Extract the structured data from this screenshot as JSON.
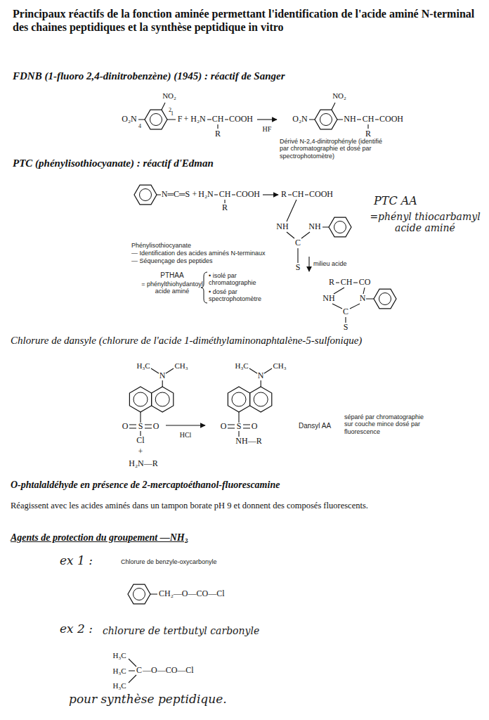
{
  "diagram": {
    "title": "Principaux réactifs de la fonction aminée permettant l'identification de l'acide aminé N-terminal des chaines peptidiques et la synthèse peptidique in vitro",
    "labels": [
      "FDNB (1-fluoro 2,4-dinitrobenzène) (1945) : réactif de Sanger",
      "NO₂",
      "2",
      "1",
      "4",
      "O₂N",
      "F",
      "+",
      "H₂N",
      "CH",
      "COOH",
      "R",
      "HF",
      "O₂N",
      "NO₂",
      "NH",
      "CH",
      "COOH",
      "R",
      "Dérivé N-2,4-dinitrophényle (identifié par chromatographie et dosé par spectrophotomètre)",
      "PTC (phénylisothiocyanate) : réactif d'Edman",
      "N═C═S",
      "+",
      "H₂N",
      "CH",
      "COOH",
      "R",
      "R",
      "CH",
      "COOH",
      "NH",
      "C",
      "NH",
      "S",
      "milieu acide",
      "PTC AA",
      "=phényl thiocarbamyl acide aminé",
      "Phénylisothiocyanate",
      "— Identification des acides aminés N-terminaux",
      "— Séquençage des peptides",
      "PTHAA",
      "= phénylthiohydantoyl acide aminé",
      "• isolé par chromatographie",
      "• dosé par spectrophotomètre",
      "R",
      "CH",
      "CO",
      "NH",
      "N",
      "C",
      "S",
      "Chlorure de dansyle (chlorure de l'acide 1-diméthylaminonaphtalène-5-sulfonique)",
      "H₃C",
      "CH₃",
      "N",
      "O",
      "S",
      "O",
      "Cl",
      "+",
      "H₂N—R",
      "HCl",
      "H₃C",
      "CH₃",
      "N",
      "O",
      "S",
      "O",
      "NH—R",
      "Dansyl AA",
      "séparé par chromatographie sur couche mince dosé par fluorescence",
      "O-phtalaldéhyde en présence de 2-mercaptoéthanol-fluorescamine",
      "Réagissent avec les acides aminés dans un tampon borate pH 9 et donnent des composés fluorescents.",
      "Agents de protection du groupement —NH₂",
      "ex 1 :",
      "Chlorure de benzyle-oxycarbonyle",
      "CH₂—O—CO—Cl",
      "ex 2 :",
      "chlorure de tertbutyl carbonyle",
      "H₃C",
      "H₃C",
      "C",
      "—O—CO—Cl",
      "H₃C",
      "pour synthèse peptidique."
    ]
  }
}
